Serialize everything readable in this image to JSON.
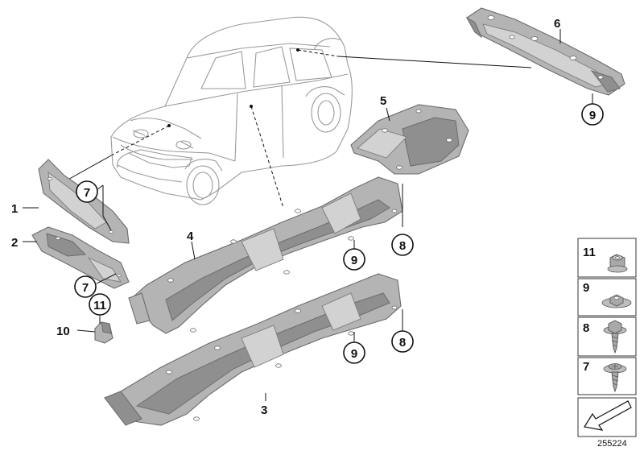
{
  "diagram_id": "255224",
  "callouts": {
    "c1": "1",
    "c2": "2",
    "c3": "3",
    "c4": "4",
    "c5": "5",
    "c6": "6",
    "c7a": "7",
    "c7b": "7",
    "c8a": "8",
    "c8b": "8",
    "c9a": "9",
    "c9b": "9",
    "c9c": "9",
    "c10": "10",
    "c11": "11"
  },
  "legend": [
    {
      "num": "11",
      "part": "hex-nut-icon"
    },
    {
      "num": "9",
      "part": "washer-nut-icon"
    },
    {
      "num": "8",
      "part": "hex-screw-icon"
    },
    {
      "num": "7",
      "part": "screw-washer-icon"
    }
  ],
  "footer_icon": "arrow-left-down-icon"
}
